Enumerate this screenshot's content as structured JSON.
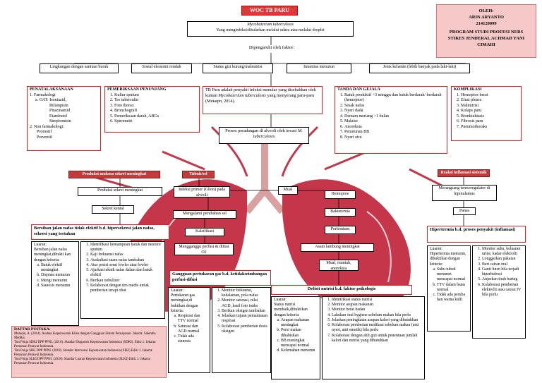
{
  "title": "WOC TB PARU",
  "info": {
    "oleh": "OLEH:",
    "name": "ARIN ARYANTO",
    "nim": "214120099",
    "program": "PROGRAM STUDI PROFESI NERS",
    "school": "STIKES JENDERAL ACHMAD YANI",
    "city": "CIMAHI"
  },
  "cause": {
    "organism": "Mycobaterium tuberculosis",
    "desc": "Yang menginfeksi/ditularkan melalui udara atau melalui droplet"
  },
  "factors_label": "Dipengaruhi oleh faktor:",
  "factors": [
    "Lingkungan dengan sanitasi buruk",
    "Sosial ekonomi rendah",
    "Status gizi kurang/malnutrisi",
    "Imunitas menurun",
    "Jenis kelamin (lebih banyak pada laki-laki)"
  ],
  "definition": {
    "t1": "TB Paru adalah penyakit infeksi menular yang disebabkan oleh kuman",
    "t2": "Mycobaterium tuberculosis",
    "t3": "yang menyerang paru-paru (Mutaqin, 2014)."
  },
  "penatalaksanaan": {
    "title": "PENATALAKSANAAN",
    "farm": "Farmakologi",
    "oat": "OAT:",
    "oat_items": [
      "Isoniazid,",
      "Rifampisin",
      "Pirazinamid",
      "Etambutol",
      "Streptomisin"
    ],
    "non": "Non farmakologi:",
    "non_items": [
      "Promotif",
      "Preventif"
    ]
  },
  "pemeriksaan": {
    "title": "PEMERIKSAAN PENUNJANG",
    "items": [
      "Kultur sputum",
      "Tes tuberculin",
      "Foto thorax",
      "Bronchografi",
      "Pemeriksaan darah, ABGs",
      "Spirometri"
    ]
  },
  "tanda": {
    "title": "TANDA DAN GEJALA",
    "items": [
      "Batuk produktif >3 minggu dan batuk berdarah/ berdarah (hemoptoe)",
      "Sesak nafas",
      "Nyeri dada",
      "Demam meriang >1 bulan",
      "Malaise",
      "Anoreksia",
      "Penurunan BB",
      "Nyeri otot"
    ]
  },
  "komplikasi": {
    "title": "KOMPLIKASI",
    "items": [
      "Hemoptoe berat",
      "Efusi pleura",
      "Malnutrisi",
      "Kolaps paru",
      "Bronkiektasis",
      "Fibrosis paru",
      "Pneumothoraks"
    ]
  },
  "process": {
    "p1": "Proses peradangan di alveoli oleh invasi",
    "p2": "M. tuberculosis"
  },
  "left_bar": "Produksi mukosa sekret meningkat",
  "center_bar": "Tubuh/sel",
  "right_bar": "Reaksi inflamasi sistemik",
  "flow_left": [
    "Produksi sekret meningkat",
    "Sekret kental"
  ],
  "flow_center": [
    "Infeksi primer (Ghon) pada alveoli",
    "Mengalami perubahan sel",
    "Kalsifikasi",
    "Mengganggu perfusi & difusi O2"
  ],
  "flow_mid": [
    "Mual",
    "Hemoptoe",
    "Bakteremia",
    "Peritonium",
    "Asam lambung meningkat",
    "Mual, muntah, anoreksia"
  ],
  "flow_right": [
    "Merangsang termoregulator di hipotalamus",
    "Panas"
  ],
  "dx1": {
    "title": "Bersihan jalan nafas tidak efektif b.d. hipersekresi jalan nafas, sekresi yang tertahan",
    "luaran_title": "Luaran:",
    "luaran": "Bersihan jalan nafas meningkat,dibukti kan dengan kriteria:",
    "luaran_items": [
      "Batuk efektif meningkat",
      "Dispnea menurun",
      "Mengi menurun",
      "Sianosis menurun"
    ],
    "interv": [
      "Identifikasi kemampuan batuk dan monitor sputum",
      "Kaji frekuensi nafas",
      "Auskultasi suara nafas tambahan",
      "Atur posisi semi fowler atau fowler",
      "Ajarkan teknik nafas dalam dan batuk efektif",
      "Berikan nebulizer",
      "Kolaborasi dengan tim medis untuk pemberian terapi obat"
    ]
  },
  "dx2": {
    "title": "Gangguan pertukaran gas b.d. ketidakseimbangan perfusi-difusi",
    "luaran_title": "Luaran:",
    "luaran": "Pertukaran gas meningkat,di buktikan dengan kriteria:",
    "luaran_items": [
      "Respirasi dan TTV normal",
      "Saturasi dan AGD normal",
      "Tidak ada sianosis"
    ],
    "interv": [
      "Monitor frekuensi, kedalaman, pola nafas",
      "Monitor saturasi, nilai AGD, hasil foto tonks",
      "Berikan oksigen tambahan",
      "Jelaskan tujuan pemantauan respirasi",
      "Kolaborasi pemberian dosis oksigen"
    ]
  },
  "dx3": {
    "title": "Defisit nutrisi b.d. faktor psikologis",
    "luaran_title": "Luaran:",
    "luaran": "Status nutrisi membaik,dibuktikan dengan kriteria:",
    "luaran_items": [
      "Asupan makanan meningkat",
      "Porsi makan dihabiskan",
      "BB meningkat mencapai normal",
      "Kelemahan menurun"
    ],
    "interv": [
      "Identifikasi status nutrisi",
      "Monitor asupan makanan",
      "Monitor berat badan",
      "Lakukan oral hygiene sebelum makan bila perlu",
      "Jelaskan peningkatan asupan kalori yang dibutuhkan",
      "Kolaborasi pemberian medikasi sebelum makan (anti nyeri, anti emetik) bila perlu",
      "Kolaborasi dengan ahli gizi untuk penentuan jumlah kalori dan nutrisi yang dibutuhkan"
    ]
  },
  "dx4": {
    "title": "Hipertermia b.d. proses penyakit (inflamasi)",
    "luaran_title": "Luaran:",
    "luaran": "Hipertermia menurun, dibuktikan dengan kriteria:",
    "luaran_items": [
      "Suhu tubuh menurun mencapai normal",
      "TTV dalam batas normal",
      "Tidak ada peruba han warna kulit"
    ],
    "interv": [
      "Monitor suhu, keluaran urine, kadar elektrolit",
      "Longgarkan pakaian",
      "Beri cairan oral",
      "Ganti linen bila terjadi hiperhidrosi",
      "Anjurkan tirah baring",
      "Kolaborasi pemberian elektrolit atau cairan IV bila perlu"
    ]
  },
  "pustaka": {
    "title": "DAFTAR PUSTAKA:",
    "refs": [
      "Mutaqin, A. (2014). Asuhan Keperawatan Klien dengan Gangguan Sistem Pernapasan. Jakarta: Salemba Medika.",
      "Tim Pokja SDKI DPP PPNI. (2016). Standar Diagnosis Keperawatan Indonesia (SDKI). Edisi 1. Jakarta: Persatuan Perawat Indonesia.",
      "Tim Pokja SIKI DPP PPNI. (2018). Standar Intervensi Keperawatan Indonesia (SIKI) Edisi 1. Jakarta: Persatuan Perawat Indonesia.",
      "Tim Pokja SLKI DPP PPNI. (2018). Standar Luaran Keperawatan Indonesia (SLKI) Edisi 1. Jakarta: Persatuan Perawat Indonesia."
    ]
  }
}
